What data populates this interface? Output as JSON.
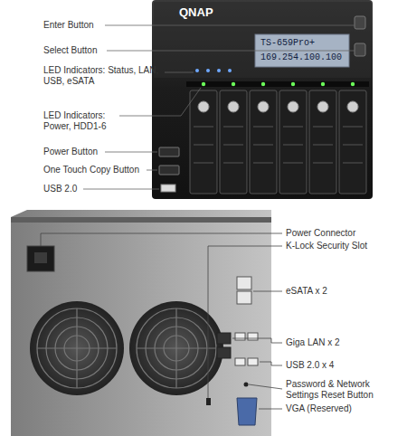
{
  "diagram": {
    "labels": [
      "Enter Button",
      "Select Button",
      "LED Indicators: Status, LAN, USB, eSATA",
      "LED Indicators: Power, HDD1-6",
      "Power Button",
      "One Touch Copy Button",
      "USB 2.0",
      "QNAP",
      "TS-659Pro+",
      "169.254.100.100",
      "Power Connector",
      "K-Lock Security Slot",
      "eSATA x 2",
      "Giga LAN x 2",
      "USB 2.0 x 4",
      "Password & Network Settings Reset Button",
      "VGA (Reserved)"
    ]
  }
}
